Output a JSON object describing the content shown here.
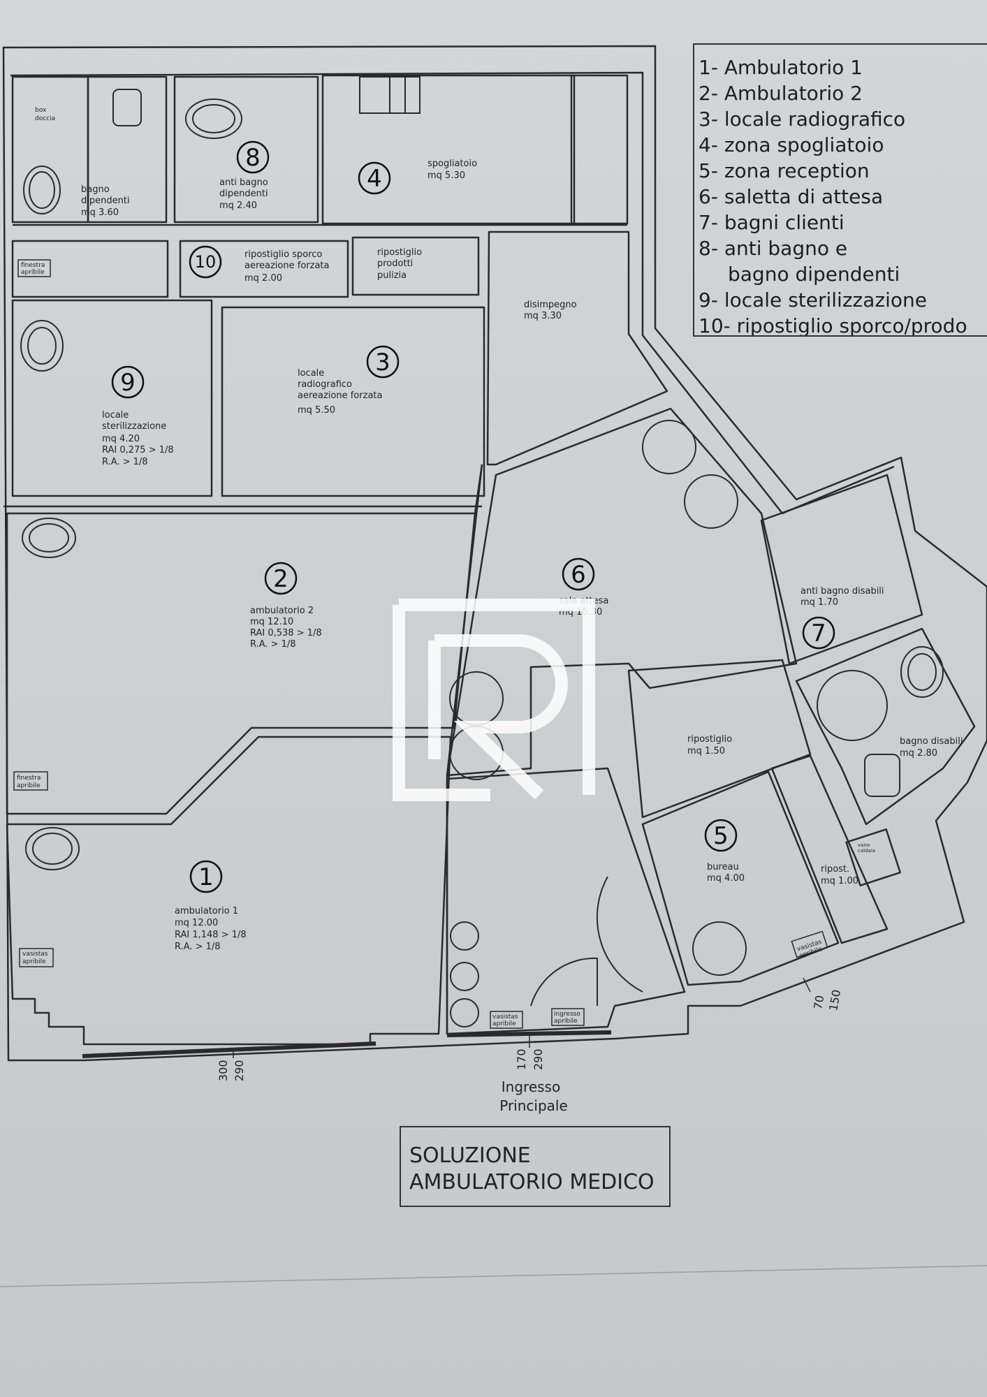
{
  "legend": {
    "items": [
      "1- Ambulatorio 1",
      "2- Ambulatorio 2",
      "3- locale radiografico",
      "4- zona spogliatoio",
      "5- zona reception",
      "6- saletta di attesa",
      "7- bagni clienti",
      "8- anti bagno e",
      "bagno dipendenti",
      "9- locale sterilizzazione",
      "10- ripostiglio sporco/prodo"
    ]
  },
  "title": {
    "line1": "SOLUZIONE",
    "line2": "AMBULATORIO MEDICO"
  },
  "entrance": {
    "line1": "Ingresso",
    "line2": "Principale"
  },
  "dimensions": {
    "d300": "300",
    "d290a": "290",
    "d170": "170",
    "d290b": "290",
    "d150": "150",
    "d70": "70"
  },
  "rooms": {
    "r1": {
      "num": "1",
      "l1": "ambulatorio 1",
      "l2": "mq 12.00",
      "l3": "RAI 1,148 > 1/8",
      "l4": "R.A.  > 1/8"
    },
    "r2": {
      "num": "2",
      "l1": "ambulatorio 2",
      "l2": "mq 12.10",
      "l3": "RAI 0,538 > 1/8",
      "l4": "R.A. > 1/8"
    },
    "r3": {
      "num": "3",
      "l1": "locale",
      "l2": "radiografico",
      "l3": "aereazione forzata",
      "l4": "mq 5.50"
    },
    "r4": {
      "num": "4",
      "l1": "spogliatoio",
      "l2": "mq 5.30"
    },
    "r5": {
      "num": "5",
      "l1": "bureau",
      "l2": "mq 4.00"
    },
    "r6": {
      "num": "6",
      "l1": "sala attesa",
      "l2": "mq 15.30"
    },
    "r7": {
      "num": "7",
      "l1": "anti bagno disabili",
      "l2": "mq 1.70"
    },
    "r8": {
      "num": "8",
      "l1": "anti bagno",
      "l2": "dipendenti",
      "l3": "mq 2.40"
    },
    "r9": {
      "num": "9",
      "l1": "locale",
      "l2": "sterilizzazione",
      "l3": "mq 4.20",
      "l4": "RAI 0,275 > 1/8",
      "l5": "R.A.  > 1/8"
    },
    "r10": {
      "num": "10",
      "l1": "ripostiglio sporco",
      "l2": "aereazione forzata",
      "l3": "mq 2.00"
    },
    "bagno_dip": {
      "l1": "bagno",
      "l2": "dipendenti",
      "l3": "mq 3.60"
    },
    "box_doccia": {
      "l1": "box",
      "l2": "doccia"
    },
    "rip_prod": {
      "l1": "ripostiglio",
      "l2": "prodotti",
      "l3": "pulizia"
    },
    "disimpegno": {
      "l1": "disimpegno",
      "l2": "mq 3.30"
    },
    "rip_150": {
      "l1": "ripostiglio",
      "l2": "mq 1.50"
    },
    "bagno_dis": {
      "l1": "bagno disabili",
      "l2": "mq 2.80"
    },
    "ripost_100": {
      "l1": "ripost.",
      "l2": "mq 1.00"
    }
  },
  "tags": {
    "finestra1": {
      "l1": "finestra",
      "l2": "apribile"
    },
    "finestra2": {
      "l1": "finestra",
      "l2": "apribile"
    },
    "vasistas1": {
      "l1": "vasistas",
      "l2": "apribile"
    },
    "vasistas2": {
      "l1": "vasistas",
      "l2": "apribile"
    },
    "vasistas3": {
      "l1": "vasistas",
      "l2": "apribile"
    },
    "ingresso": {
      "l1": "ingresso",
      "l2": "apribile"
    },
    "vano": {
      "l1": "vano",
      "l2": "caldaia"
    }
  },
  "colors": {
    "paper": "#cdd0d1",
    "line": "#2a2a2a",
    "watermark": "#ffffff"
  }
}
